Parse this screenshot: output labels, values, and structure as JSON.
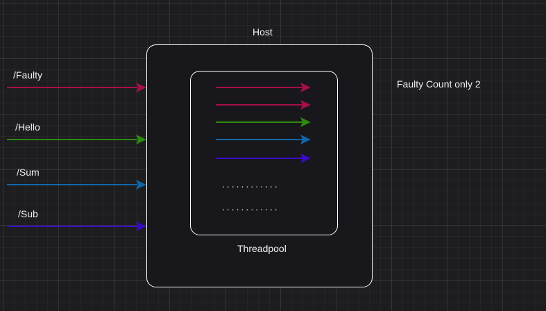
{
  "host": {
    "label": "Host"
  },
  "threadpool": {
    "label": "Threadpool",
    "ellipsis_rows": [
      "............",
      "............"
    ],
    "thread_colors": [
      "#a50f4a",
      "#a50f4a",
      "#2e8a0f",
      "#1166a8",
      "#3a0bc4"
    ]
  },
  "routes": [
    {
      "label": "/Faulty",
      "color": "#a50f4a"
    },
    {
      "label": "/Hello",
      "color": "#2e8a0f"
    },
    {
      "label": "/Sum",
      "color": "#1166a8"
    },
    {
      "label": "/Sub",
      "color": "#3a0bc4"
    }
  ],
  "note": "Faulty Count only 2"
}
